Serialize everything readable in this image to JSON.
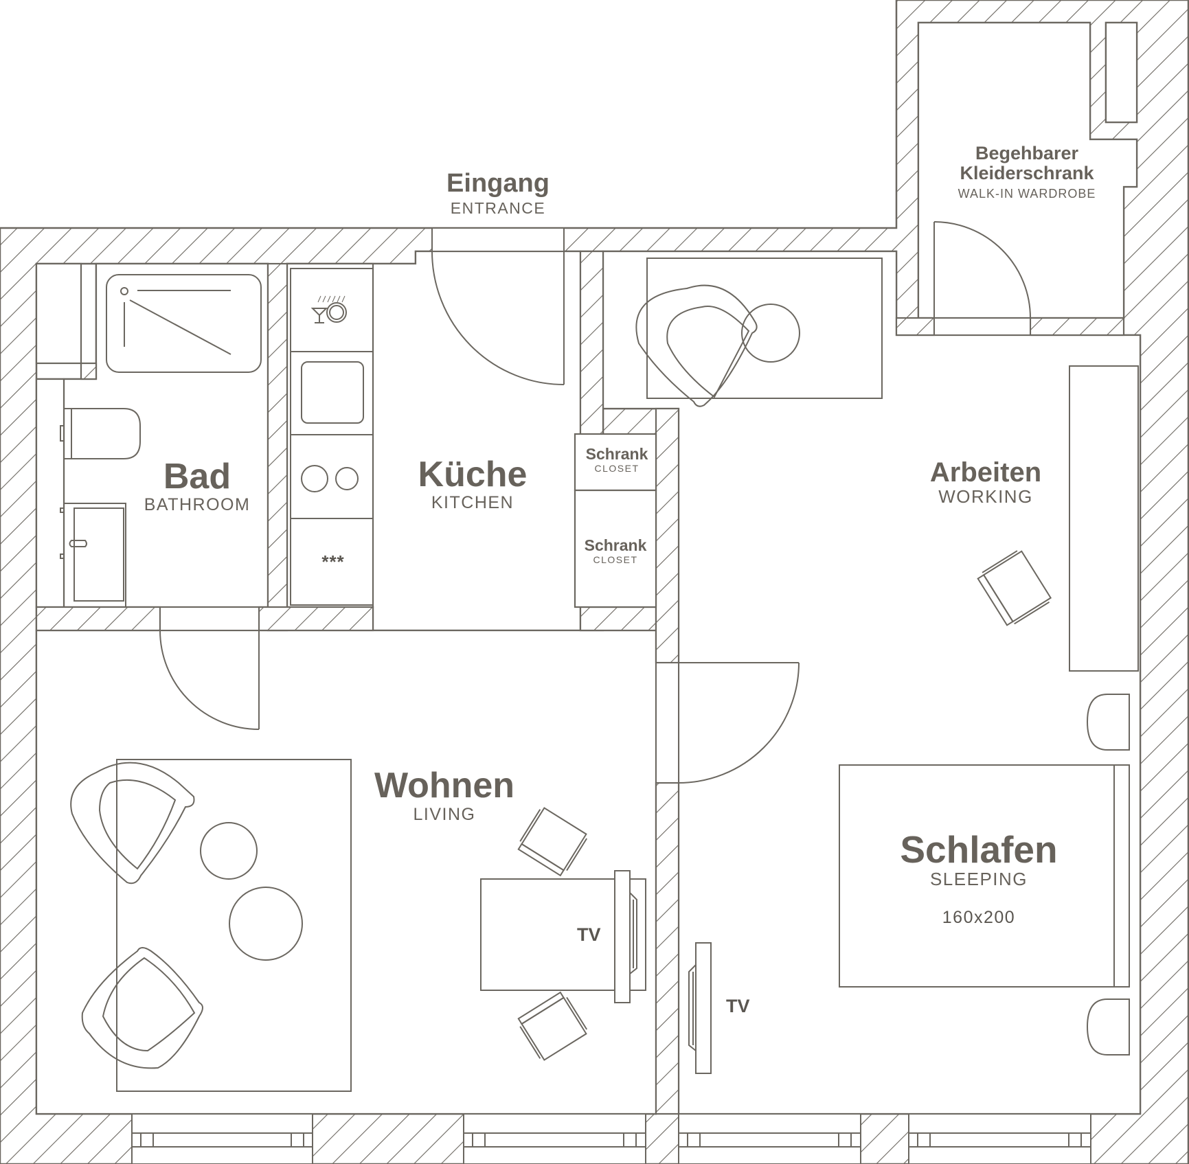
{
  "plan": {
    "title": "Apartment floor plan",
    "colors": {
      "line": "#6b6760",
      "hatch": "#6b6760",
      "text_primary": "#67625b",
      "text_secondary": "#5a5650",
      "background": "#ffffff"
    }
  },
  "rooms": {
    "entrance": {
      "de": "Eingang",
      "en": "ENTRANCE"
    },
    "bathroom": {
      "de": "Bad",
      "en": "BATHROOM"
    },
    "kitchen": {
      "de": "Küche",
      "en": "KITCHEN",
      "appliance_label": "***"
    },
    "closet_1": {
      "de": "Schrank",
      "en": "CLOSET"
    },
    "closet_2": {
      "de": "Schrank",
      "en": "CLOSET"
    },
    "living": {
      "de": "Wohnen",
      "en": "LIVING",
      "tv_label": "TV"
    },
    "wardrobe": {
      "de_line1": "Begehbarer",
      "de_line2": "Kleiderschrank",
      "en": "WALK-IN WARDROBE"
    },
    "working": {
      "de": "Arbeiten",
      "en": "WORKING"
    },
    "sleeping": {
      "de": "Schlafen",
      "en": "SLEEPING",
      "bed_size": "160x200",
      "tv_label": "TV"
    }
  }
}
